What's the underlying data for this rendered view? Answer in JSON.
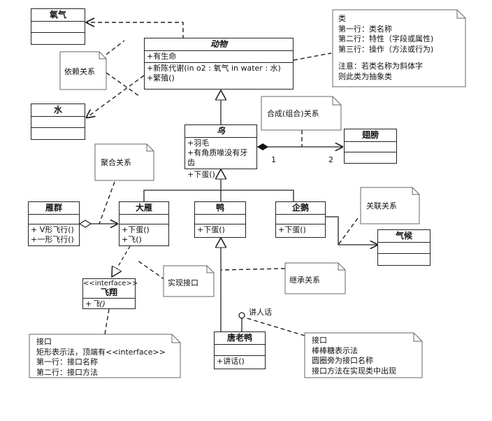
{
  "classes": {
    "oxygen": {
      "name": "氧气"
    },
    "water": {
      "name": "水"
    },
    "animal": {
      "name": "动物",
      "attributes": [
        "+有生命"
      ],
      "operations": [
        "+新陈代谢(in o2 : 氧气  in water : 水)",
        "+繁殖()"
      ]
    },
    "bird": {
      "name": "鸟",
      "attributes": [
        "+羽毛",
        "+有角质喙没有牙齿"
      ],
      "operations": [
        "+下蛋()"
      ]
    },
    "wing": {
      "name": "翅膀"
    },
    "goose_group": {
      "name": "雁群",
      "operations": [
        "+ V形飞行()",
        "+一形飞行()"
      ]
    },
    "goose": {
      "name": "大雁",
      "operations": [
        "+下蛋()",
        "+飞()"
      ]
    },
    "duck": {
      "name": "鸭",
      "operations": [
        "+下蛋()"
      ]
    },
    "penguin": {
      "name": "企鹅",
      "operations": [
        "+下蛋()"
      ]
    },
    "climate": {
      "name": "气候"
    },
    "fly_interface": {
      "stereotype": "<<interface>>",
      "name": "飞翔",
      "operations": [
        "+飞()"
      ]
    },
    "donald": {
      "name": "唐老鸭",
      "operations": [
        "+讲话()"
      ]
    }
  },
  "notes": {
    "class_note": [
      "类",
      "第一行：类名称",
      "第二行：特性（字段或属性)",
      "第三行：操作（方法或行为)",
      "",
      "注意：若类名称为斜体字",
      "则此类为抽象类"
    ],
    "dependency": "依赖关系",
    "composition": "合成(组合)关系",
    "aggregation": "聚合关系",
    "association": "关联关系",
    "realization": "实现接口",
    "inheritance": "继承关系",
    "interface_note": [
      "接口",
      "矩形表示法，顶端有<<interface>>",
      "第一行：接口名称",
      "第二行：接口方法"
    ],
    "lollipop_note": [
      "接口",
      "棒棒糖表示法",
      "圆圈旁为接口名称",
      "接口方法在实现类中出现"
    ]
  },
  "labels": {
    "mult_1": "1",
    "mult_2": "2",
    "speak": "讲人话"
  }
}
